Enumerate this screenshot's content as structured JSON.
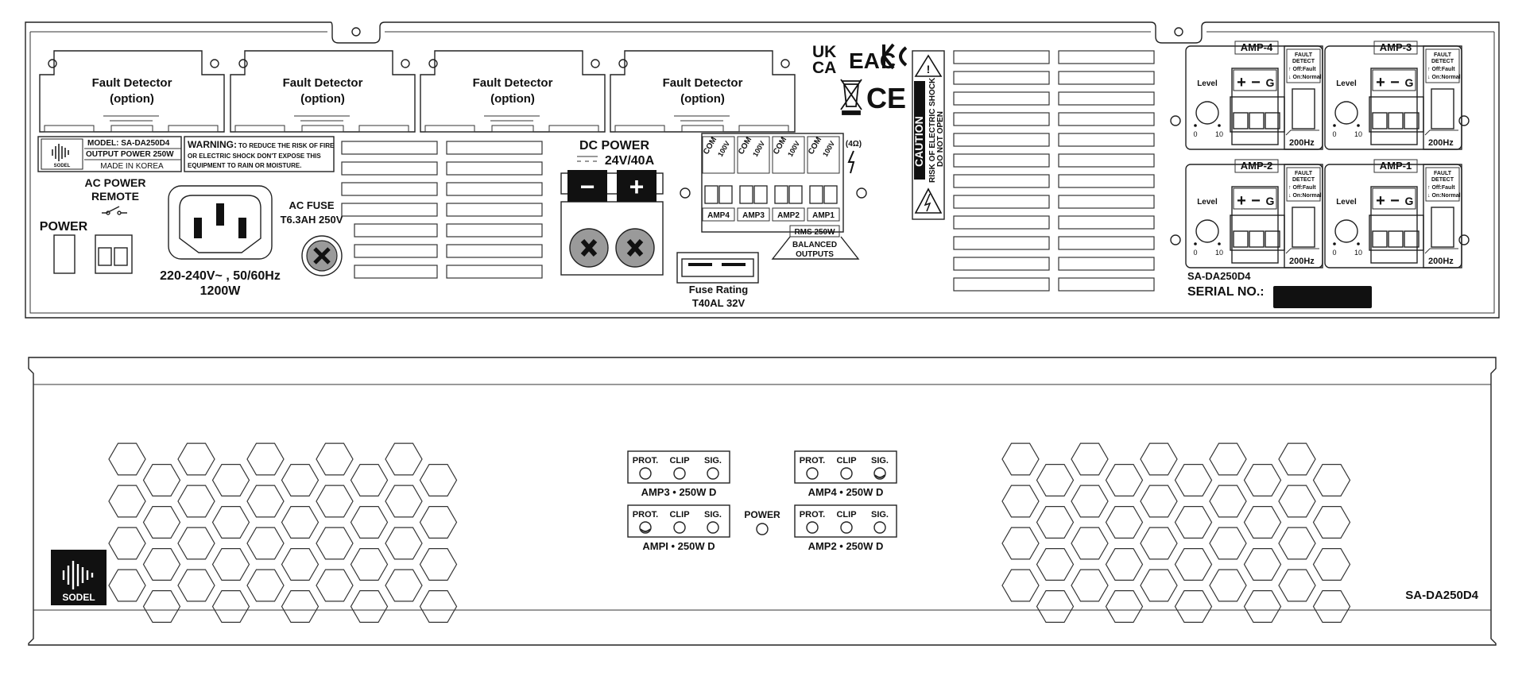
{
  "rear_panel": {
    "fault_slots": [
      {
        "title": "Fault Detector",
        "sub": "(option)"
      },
      {
        "title": "Fault Detector",
        "sub": "(option)"
      },
      {
        "title": "Fault Detector",
        "sub": "(option)"
      },
      {
        "title": "Fault Detector",
        "sub": "(option)"
      }
    ],
    "label": {
      "brand": "SODEL",
      "model": "MODEL: SA-DA250D4",
      "output": "OUTPUT POWER 250W",
      "origin": "MADE IN KOREA"
    },
    "warning": {
      "title": "WARNING:",
      "line1": "TO REDUCE THE RISK OF FIRE",
      "line2": "OR ELECTRIC SHOCK DON'T EXPOSE THIS",
      "line3": "EQUIPMENT TO RAIN OR MOISTURE."
    },
    "ac_power_remote": {
      "line1": "AC POWER",
      "line2": "REMOTE"
    },
    "power_label": "POWER",
    "ac_rating": {
      "line1": "220-240V~ , 50/60Hz",
      "line2": "1200W"
    },
    "ac_fuse": {
      "line1": "AC FUSE",
      "line2": "T6.3AH 250V"
    },
    "dc_power": {
      "title": "DC POWER",
      "rating": "24V/40A",
      "minus": "−",
      "plus": "+"
    },
    "output_terminals": {
      "com": "COM",
      "v100": "100V",
      "ohm": "(4Ω)",
      "amps": [
        "AMP4",
        "AMP3",
        "AMP2",
        "AMP1"
      ],
      "rms": "RMS 250W",
      "balanced": {
        "line1": "BALANCED",
        "line2": "OUTPUTS"
      }
    },
    "dc_fuse": {
      "line1": "Fuse Rating",
      "line2": "T40AL 32V"
    },
    "certs": {
      "uk": "UK",
      "ca": "CA",
      "eac": "EAC",
      "kc": "K",
      "ce": "CE"
    },
    "caution": {
      "title": "CAUTION",
      "line1": "RISK OF ELECTRIC SHOCK",
      "line2": "DO NOT OPEN"
    },
    "amp_modules": [
      {
        "name": "AMP-4",
        "level": "Level",
        "min": "0",
        "max": "10",
        "plus": "+",
        "minus": "−",
        "g": "G",
        "fault_title1": "FAULT",
        "fault_title2": "DETECT",
        "fault_off": "↑ Off:Fault",
        "fault_on": "↓ On:Normal",
        "hz": "200Hz"
      },
      {
        "name": "AMP-3",
        "level": "Level",
        "min": "0",
        "max": "10",
        "plus": "+",
        "minus": "−",
        "g": "G",
        "fault_title1": "FAULT",
        "fault_title2": "DETECT",
        "fault_off": "↑ Off:Fault",
        "fault_on": "↓ On:Normal",
        "hz": "200Hz"
      },
      {
        "name": "AMP-2",
        "level": "Level",
        "min": "0",
        "max": "10",
        "plus": "+",
        "minus": "−",
        "g": "G",
        "fault_title1": "FAULT",
        "fault_title2": "DETECT",
        "fault_off": "↑ Off:Fault",
        "fault_on": "↓ On:Normal",
        "hz": "200Hz"
      },
      {
        "name": "AMP-1",
        "level": "Level",
        "min": "0",
        "max": "10",
        "plus": "+",
        "minus": "−",
        "g": "G",
        "fault_title1": "FAULT",
        "fault_title2": "DETECT",
        "fault_off": "↑ Off:Fault",
        "fault_on": "↓ On:Normal",
        "hz": "200Hz"
      }
    ],
    "model_name": "SA-DA250D4",
    "serial_label": "SERIAL NO.:"
  },
  "front_panel": {
    "brand": "SODEL",
    "model": "SA-DA250D4",
    "power_label": "POWER",
    "indicators": [
      {
        "prot": "PROT.",
        "clip": "CLIP",
        "sig": "SIG.",
        "name": "AMP3 • 250W D",
        "active": "sig_off"
      },
      {
        "prot": "PROT.",
        "clip": "CLIP",
        "sig": "SIG.",
        "name": "AMP4 • 250W D",
        "active": "sig"
      },
      {
        "prot": "PROT.",
        "clip": "CLIP",
        "sig": "SIG.",
        "name": "AMPI • 250W D",
        "active": "prot"
      },
      {
        "prot": "PROT.",
        "clip": "CLIP",
        "sig": "SIG.",
        "name": "AMP2 • 250W D",
        "active": "none"
      }
    ]
  },
  "colors": {
    "line": "#222222",
    "fill_dark": "#111111",
    "terminal_grey": "#9a9a9a"
  }
}
